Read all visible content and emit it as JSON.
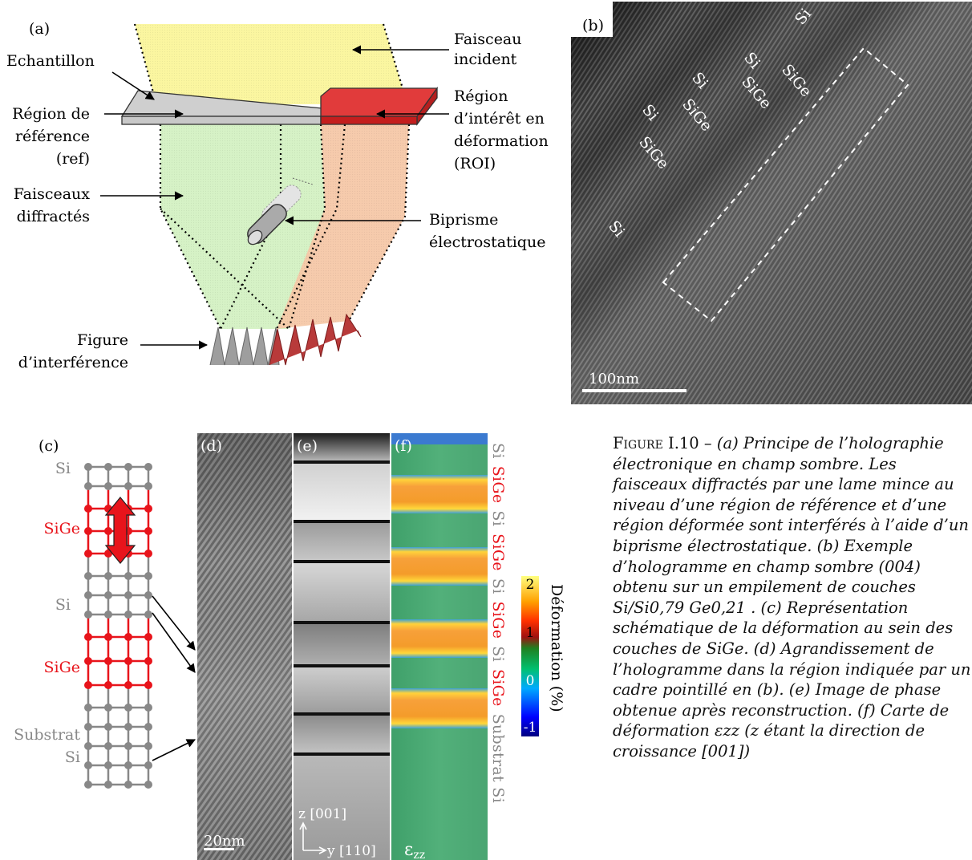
{
  "panel_a": {
    "label": "(a)",
    "echantillon": "Echantillon",
    "faisceau_incident": [
      "Faisceau",
      "incident"
    ],
    "region_reference": [
      "Région de",
      "référence",
      "(ref)"
    ],
    "region_interet": [
      "Région",
      "d’intérêt en",
      "déformation",
      "(ROI)"
    ],
    "faisceaux_diffractes": [
      "Faisceaux",
      "diffractés"
    ],
    "biprisme": [
      "Biprisme",
      "électrostatique"
    ],
    "figure_interference": [
      "Figure",
      "d’interférence"
    ]
  },
  "panel_b": {
    "label": "(b)",
    "layers": [
      "Si",
      "SiGe",
      "Si",
      "SiGe",
      "Si",
      "SiGe",
      "Si",
      "SiGe",
      "Si"
    ],
    "scale_bar": "100nm"
  },
  "panel_c": {
    "label": "(c)",
    "labels": [
      "Si",
      "SiGe",
      "Si",
      "SiGe",
      "Substrat",
      "Si"
    ]
  },
  "panel_d": {
    "label": "(d)",
    "scale_bar": "20nm"
  },
  "panel_e": {
    "label": "(e)",
    "axis_z": "z [001]",
    "axis_y": "y [110]"
  },
  "panel_f": {
    "label": "(f)",
    "symbol": "ε",
    "symbol_sub": "zz"
  },
  "vertical_layers": [
    {
      "text": "Si",
      "color": "#888888"
    },
    {
      "text": "SiGe",
      "color": "#e8141b"
    },
    {
      "text": "Si",
      "color": "#888888"
    },
    {
      "text": "SiGe",
      "color": "#e8141b"
    },
    {
      "text": "Si",
      "color": "#888888"
    },
    {
      "text": "SiGe",
      "color": "#e8141b"
    },
    {
      "text": "Si",
      "color": "#888888"
    },
    {
      "text": "SiGe",
      "color": "#e8141b"
    },
    {
      "text": "Substrat Si",
      "color": "#888888"
    }
  ],
  "colorbar": {
    "ticks": [
      "2",
      "1",
      "0",
      "-1"
    ],
    "title": "Déformation (%)"
  },
  "caption": {
    "figure_label": "Figure I.10 –",
    "text": "(a) Principe de l’holographie électronique en champ sombre. Les faisceaux diffractés par une lame mince au niveau d’une région de référence et d’une région déformée sont interférés à l’aide d’un biprisme électrostatique. (b) Exemple d’hologramme en champ sombre (004) obtenu sur un empilement de couches Si/Si0,79 Ge0,21 . (c) Représentation schématique de la déformation au sein des couches de SiGe. (d) Agrandissement de l’hologramme dans la région indiquée par un cadre pointillé en (b). (e) Image de phase obtenue après reconstruction. (f) Carte de déformation εzz (z étant la direction de croissance [001])"
  },
  "colors": {
    "sige_red": "#e8141b",
    "si_gray": "#888888",
    "incident_yellow": "#fbf6a0",
    "diffracted_green": "#d6f2c6",
    "roi_orange": "#f6c8a8"
  }
}
